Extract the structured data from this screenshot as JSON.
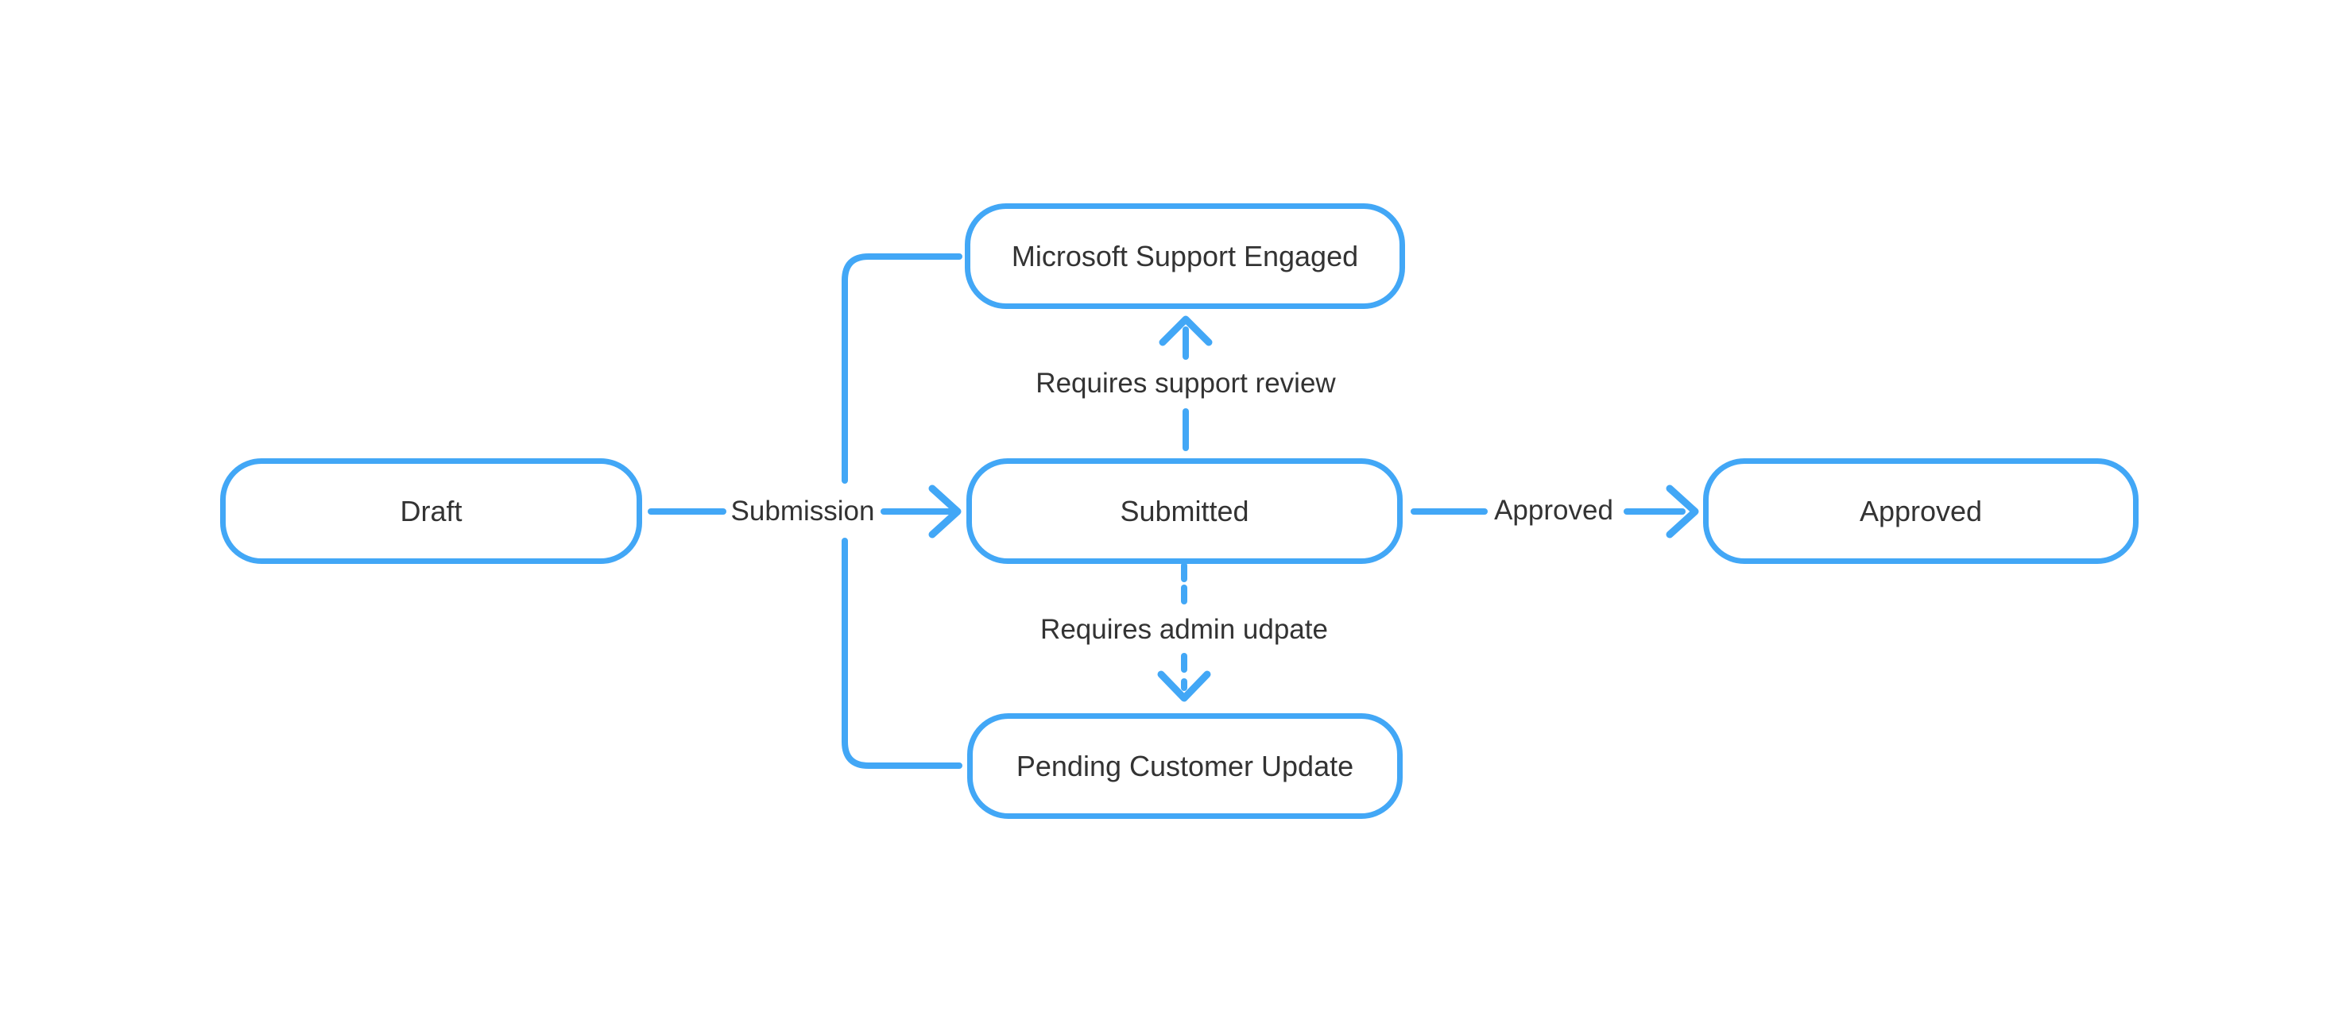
{
  "diagram": {
    "background_color": "#ffffff",
    "accent_color": "#42a7f6",
    "text_color": "#333333",
    "nodes": [
      {
        "id": "draft",
        "label": "Draft"
      },
      {
        "id": "submitted",
        "label": "Submitted"
      },
      {
        "id": "approved",
        "label": "Approved"
      },
      {
        "id": "microsoft-support-engaged",
        "label": "Microsoft Support Engaged"
      },
      {
        "id": "pending-customer-update",
        "label": "Pending Customer Update"
      }
    ],
    "edges": [
      {
        "from": "Draft",
        "to": "Submitted",
        "label": "Submission",
        "style": "solid-arrow"
      },
      {
        "from": "Submitted",
        "to": "Microsoft Support Engaged",
        "label": "Requires support review",
        "style": "solid-arrow"
      },
      {
        "from": "Submitted",
        "to": "Pending Customer Update",
        "label": "Requires admin udpate",
        "style": "dashed-arrow"
      },
      {
        "from": "Submitted",
        "to": "Approved",
        "label": "Approved",
        "style": "solid-arrow"
      },
      {
        "from": "Microsoft Support Engaged",
        "to": "Pending Customer Update",
        "label": "",
        "style": "solid-connector-left-return"
      }
    ]
  }
}
